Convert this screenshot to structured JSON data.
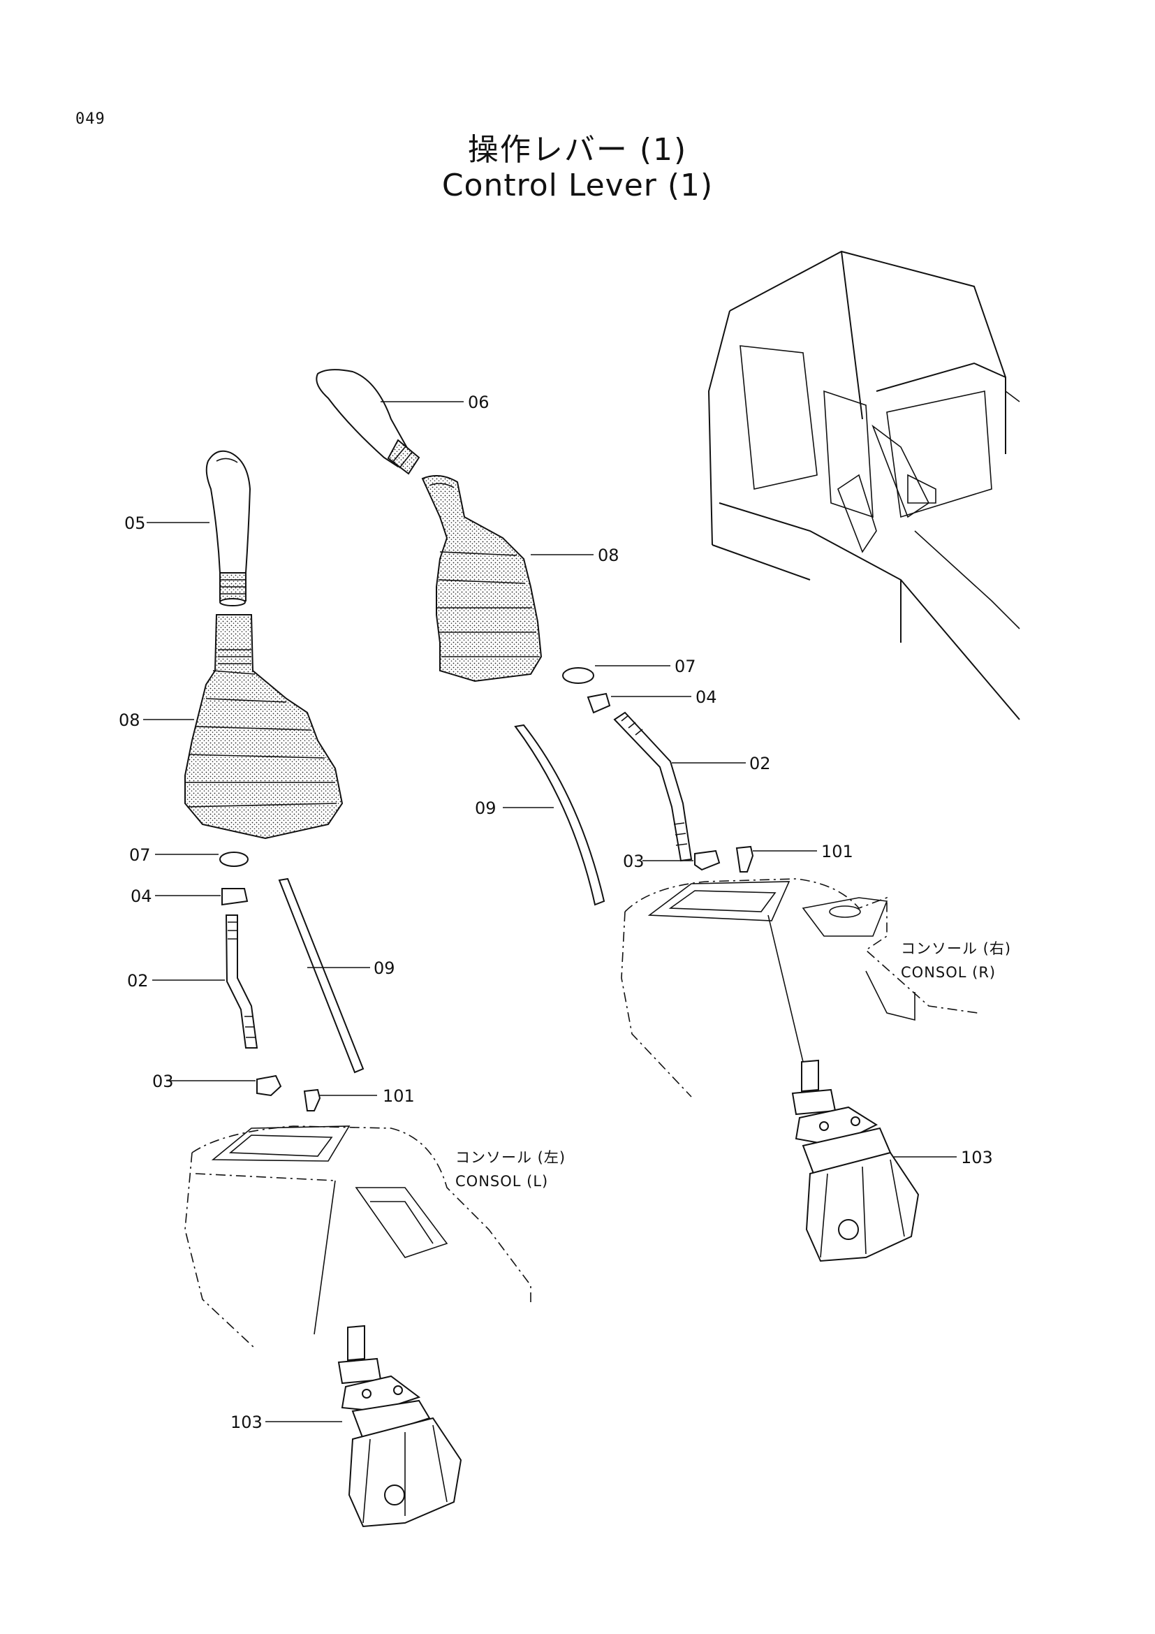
{
  "page_number": "049",
  "title": {
    "japanese": "操作レバー (1)",
    "english": "Control Lever (1)"
  },
  "left_assembly": {
    "labels": {
      "grip": "05",
      "boot": "08",
      "clamp": "07",
      "nut": "04",
      "rod": "02",
      "hose": "09",
      "lock_nut": "03",
      "bolt": "101",
      "valve": "103"
    },
    "console_jp": "コンソール (左)",
    "console_en": "CONSOL (L)"
  },
  "right_assembly": {
    "labels": {
      "grip": "06",
      "boot": "08",
      "clamp": "07",
      "nut": "04",
      "rod": "02",
      "hose": "09",
      "lock_nut": "03",
      "bolt": "101",
      "valve": "103"
    },
    "console_jp": "コンソール (右)",
    "console_en": "CONSOL (R)"
  }
}
